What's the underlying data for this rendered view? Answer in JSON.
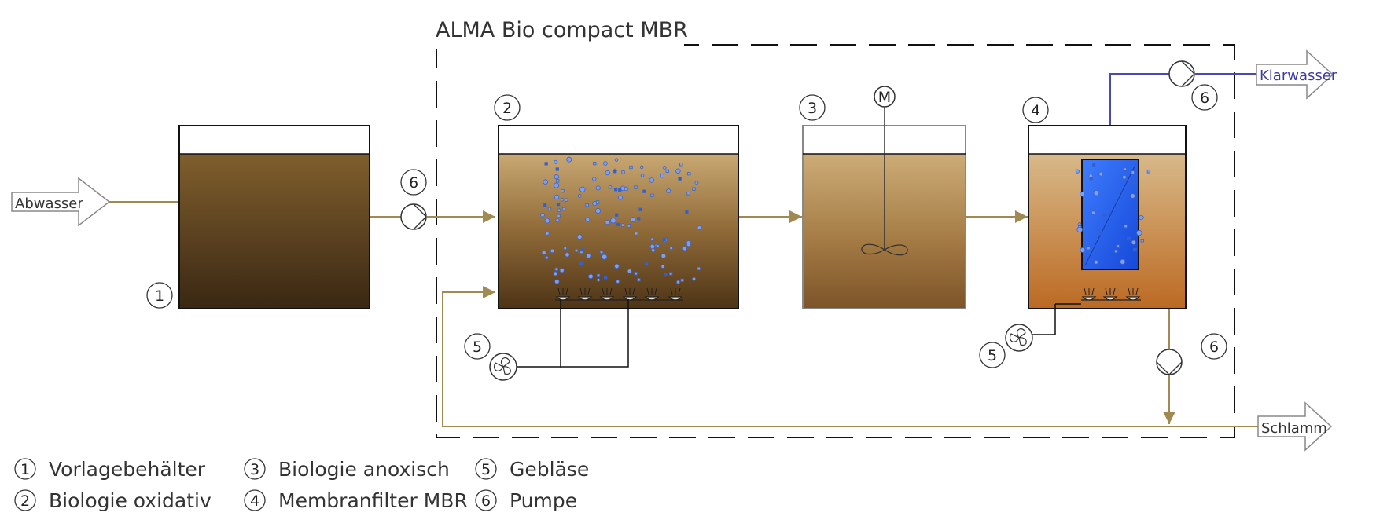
{
  "title": "ALMA Bio compact MBR",
  "inlet_label": "Abwasser",
  "outlet_clear_label": "Klarwasser",
  "outlet_sludge_label": "Schlamm",
  "motor_label": "M",
  "component_numbers": {
    "tank1": "1",
    "tank2": "2",
    "tank3": "3",
    "tank4": "4",
    "blower_a": "5",
    "blower_b": "5",
    "pump_inlet": "6",
    "pump_permeate": "6",
    "pump_sludge": "6"
  },
  "legend": [
    {
      "num": "1",
      "text": "Vorlagebehälter"
    },
    {
      "num": "2",
      "text": "Biologie oxidativ"
    },
    {
      "num": "3",
      "text": "Biologie anoxisch"
    },
    {
      "num": "4",
      "text": "Membranfilter MBR"
    },
    {
      "num": "5",
      "text": "Gebläse"
    },
    {
      "num": "6",
      "text": "Pumpe"
    }
  ],
  "colors": {
    "pipe": "#a08a52",
    "permeate_pipe": "#4a4ab0",
    "membrane": "#2f6ff0",
    "bubble": "#5a7fd8",
    "arrow_outline": "#888888"
  }
}
